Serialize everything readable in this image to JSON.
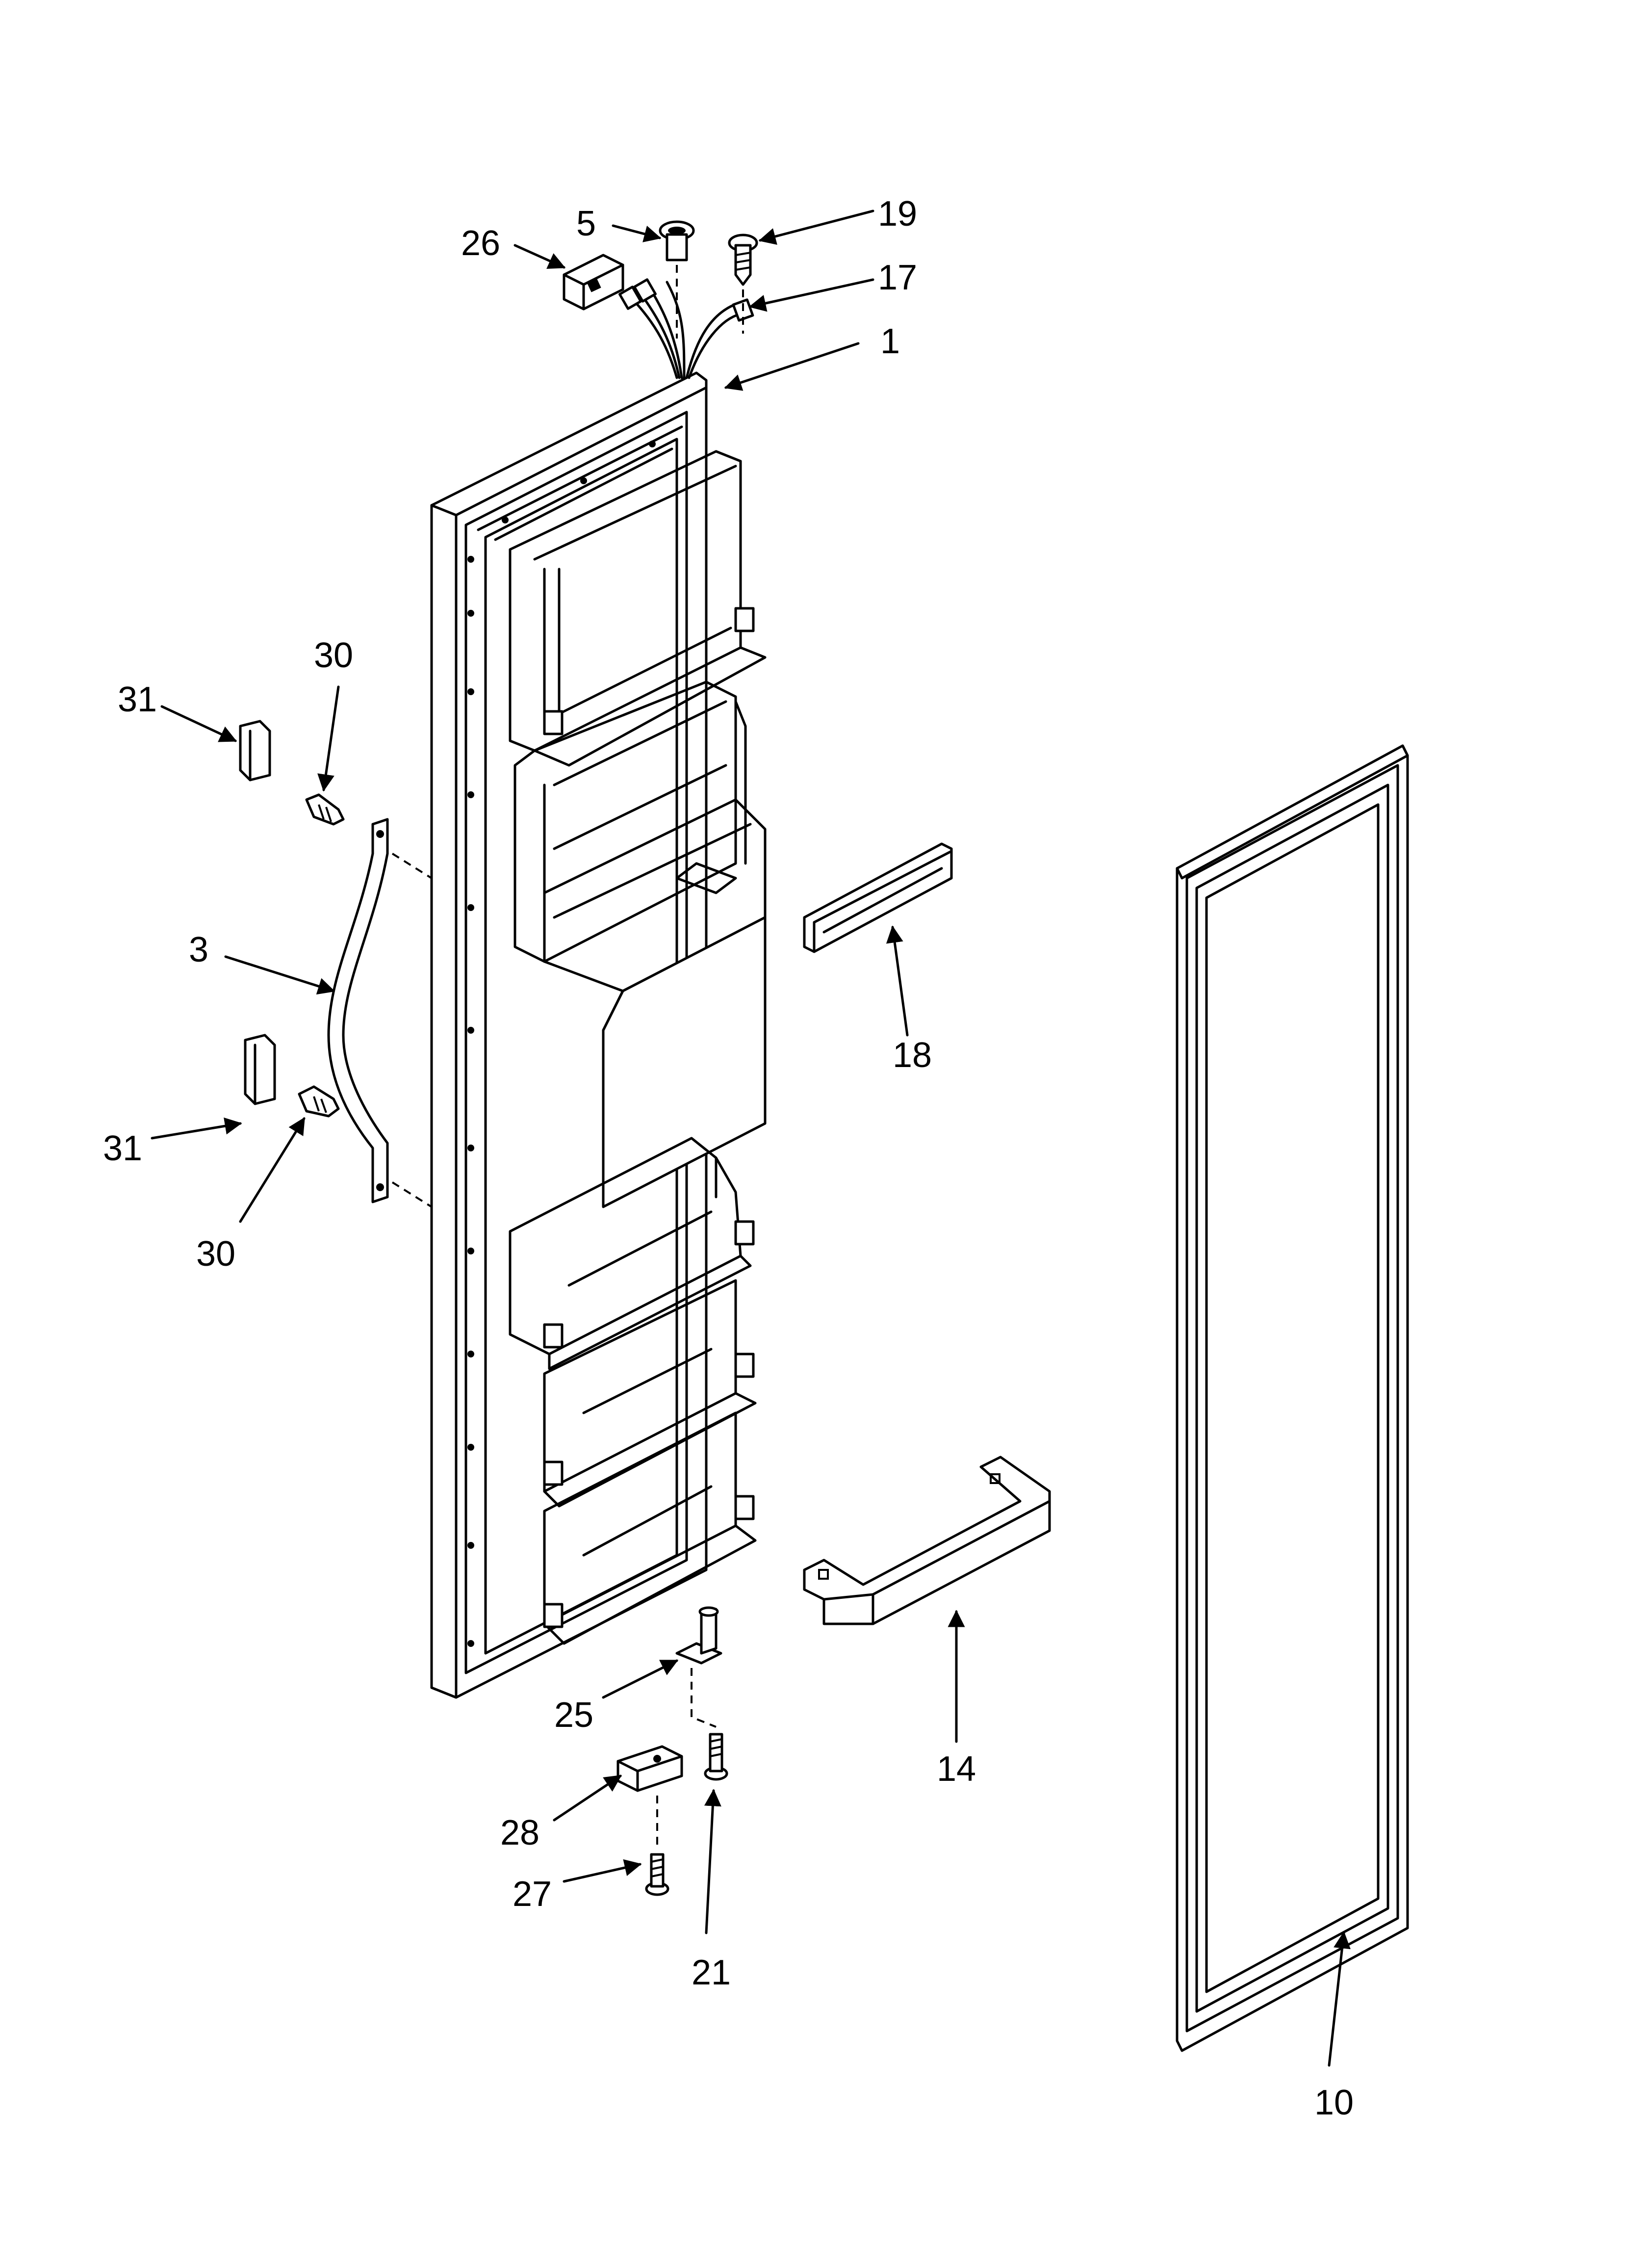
{
  "diagram": {
    "type": "exploded-parts-diagram",
    "colors": {
      "line": "#000000",
      "background": "#ffffff"
    },
    "callouts": [
      {
        "id": "p5",
        "text": "5"
      },
      {
        "id": "p19",
        "text": "19"
      },
      {
        "id": "p26",
        "text": "26"
      },
      {
        "id": "p17",
        "text": "17"
      },
      {
        "id": "p1",
        "text": "1"
      },
      {
        "id": "p30a",
        "text": "30"
      },
      {
        "id": "p31a",
        "text": "31"
      },
      {
        "id": "p3",
        "text": "3"
      },
      {
        "id": "p18",
        "text": "18"
      },
      {
        "id": "p31b",
        "text": "31"
      },
      {
        "id": "p30b",
        "text": "30"
      },
      {
        "id": "p25",
        "text": "25"
      },
      {
        "id": "p14",
        "text": "14"
      },
      {
        "id": "p28",
        "text": "28"
      },
      {
        "id": "p27",
        "text": "27"
      },
      {
        "id": "p21",
        "text": "21"
      },
      {
        "id": "p10",
        "text": "10"
      }
    ]
  }
}
